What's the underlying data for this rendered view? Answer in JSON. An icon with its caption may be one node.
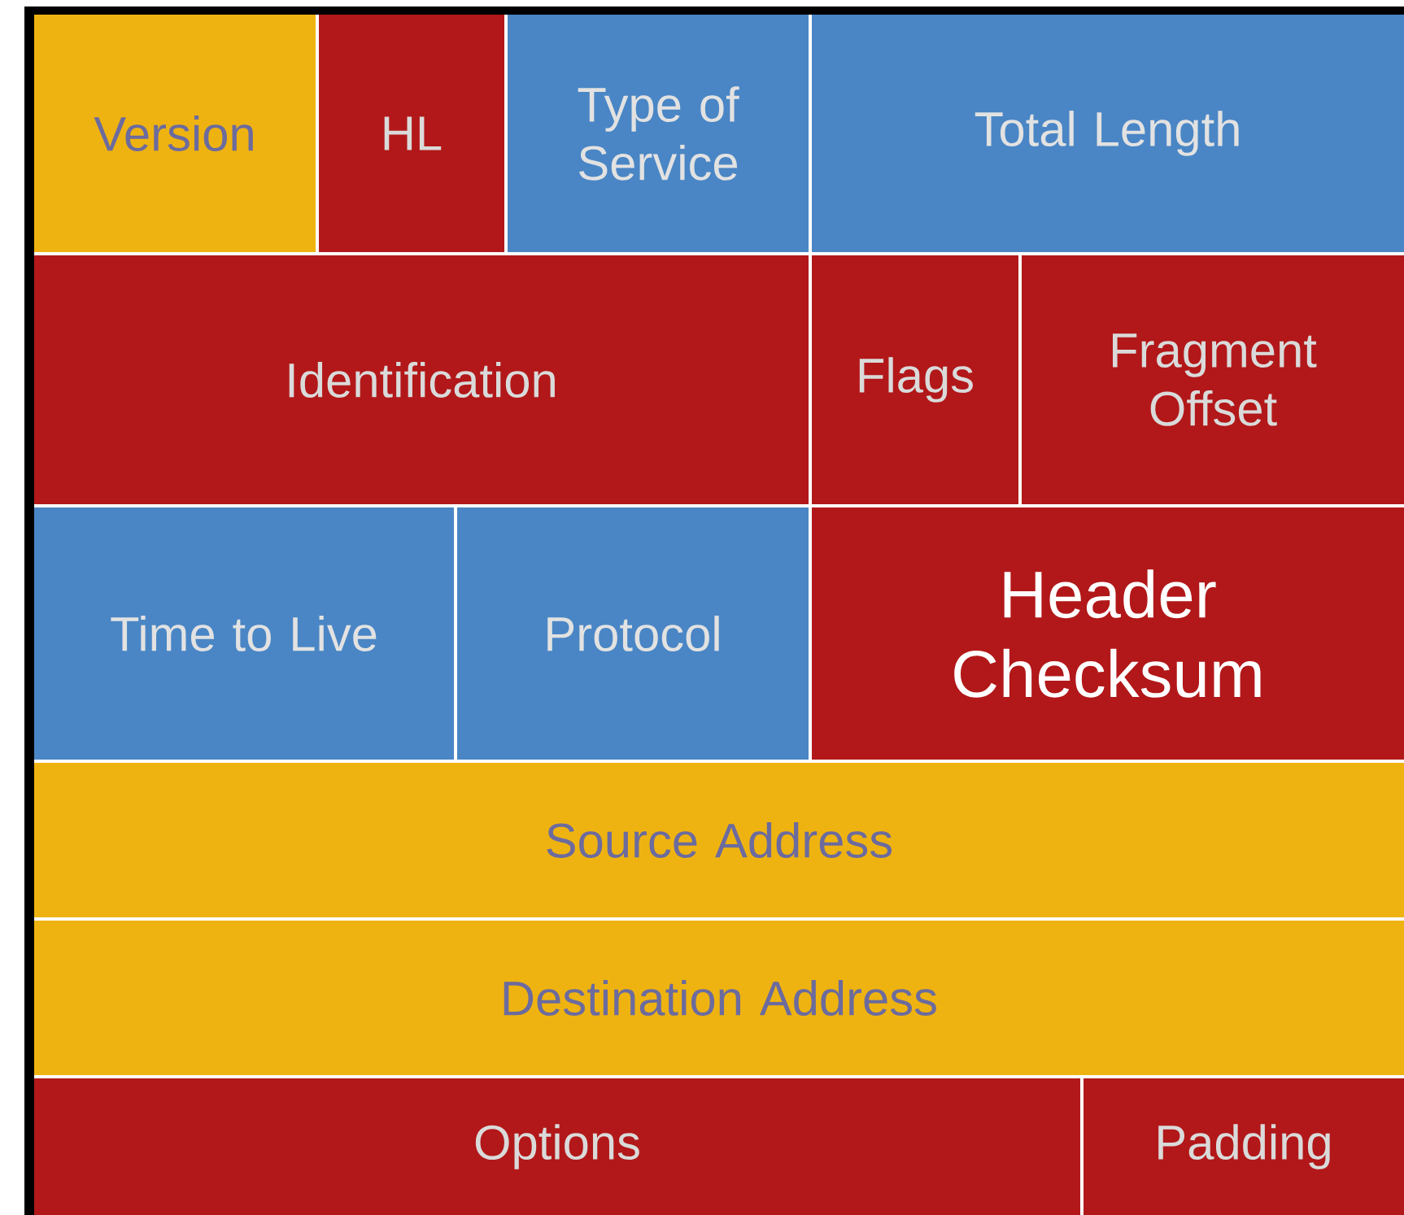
{
  "diagram": {
    "nodes": [
      {
        "text": [
          "Version"
        ]
      },
      {
        "text": [
          "HL"
        ]
      },
      {
        "text": [
          "Type of Service"
        ]
      },
      {
        "text": [
          "Total Length"
        ]
      },
      {
        "text": [
          "Identification"
        ]
      },
      {
        "text": [
          "Flags"
        ]
      },
      {
        "text": [
          "Fragment Offset"
        ]
      },
      {
        "text": [
          "Time to Live"
        ]
      },
      {
        "text": [
          "Protocol"
        ]
      },
      {
        "text": [
          "Header Checksum"
        ]
      },
      {
        "text": [
          "Source Address"
        ]
      },
      {
        "text": [
          "Destination Address"
        ]
      },
      {
        "text": [
          "Options"
        ]
      },
      {
        "text": [
          "Padding"
        ]
      }
    ]
  }
}
